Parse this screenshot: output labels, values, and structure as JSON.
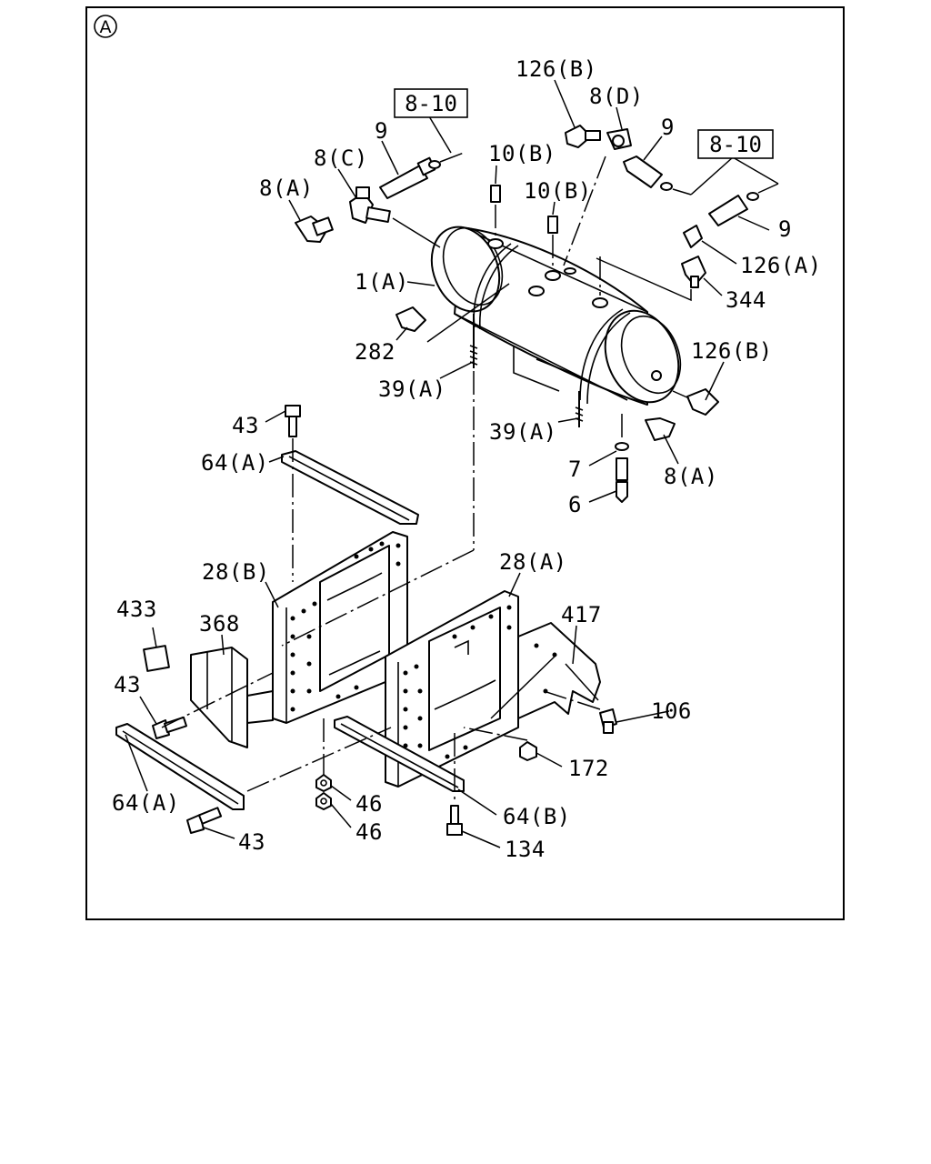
{
  "view_marker": "A",
  "references": {
    "left": "8-10",
    "right": "8-10"
  },
  "callouts": [
    {
      "id": "c-126b-top",
      "text": "126(B)"
    },
    {
      "id": "c-8d",
      "text": "8(D)"
    },
    {
      "id": "c-9-top-right",
      "text": "9"
    },
    {
      "id": "c-9-top-left",
      "text": "9"
    },
    {
      "id": "c-8c",
      "text": "8(C)"
    },
    {
      "id": "c-8a-left",
      "text": "8(A)"
    },
    {
      "id": "c-10b-a",
      "text": "10(B)"
    },
    {
      "id": "c-10b-b",
      "text": "10(B)"
    },
    {
      "id": "c-9-right",
      "text": "9"
    },
    {
      "id": "c-126a",
      "text": "126(A)"
    },
    {
      "id": "c-344",
      "text": "344"
    },
    {
      "id": "c-1a",
      "text": "1(A)"
    },
    {
      "id": "c-282",
      "text": "282"
    },
    {
      "id": "c-39a-left",
      "text": "39(A)"
    },
    {
      "id": "c-126b-right",
      "text": "126(B)"
    },
    {
      "id": "c-39a-right",
      "text": "39(A)"
    },
    {
      "id": "c-43-top",
      "text": "43"
    },
    {
      "id": "c-64a-top",
      "text": "64(A)"
    },
    {
      "id": "c-7",
      "text": "7"
    },
    {
      "id": "c-8a-right",
      "text": "8(A)"
    },
    {
      "id": "c-6",
      "text": "6"
    },
    {
      "id": "c-28b",
      "text": "28(B)"
    },
    {
      "id": "c-28a",
      "text": "28(A)"
    },
    {
      "id": "c-417",
      "text": "417"
    },
    {
      "id": "c-433",
      "text": "433"
    },
    {
      "id": "c-368",
      "text": "368"
    },
    {
      "id": "c-43-mid",
      "text": "43"
    },
    {
      "id": "c-106",
      "text": "106"
    },
    {
      "id": "c-172",
      "text": "172"
    },
    {
      "id": "c-64a-bottom",
      "text": "64(A)"
    },
    {
      "id": "c-46-a",
      "text": "46"
    },
    {
      "id": "c-46-b",
      "text": "46"
    },
    {
      "id": "c-43-bottom",
      "text": "43"
    },
    {
      "id": "c-64b",
      "text": "64(B)"
    },
    {
      "id": "c-134",
      "text": "134"
    }
  ]
}
